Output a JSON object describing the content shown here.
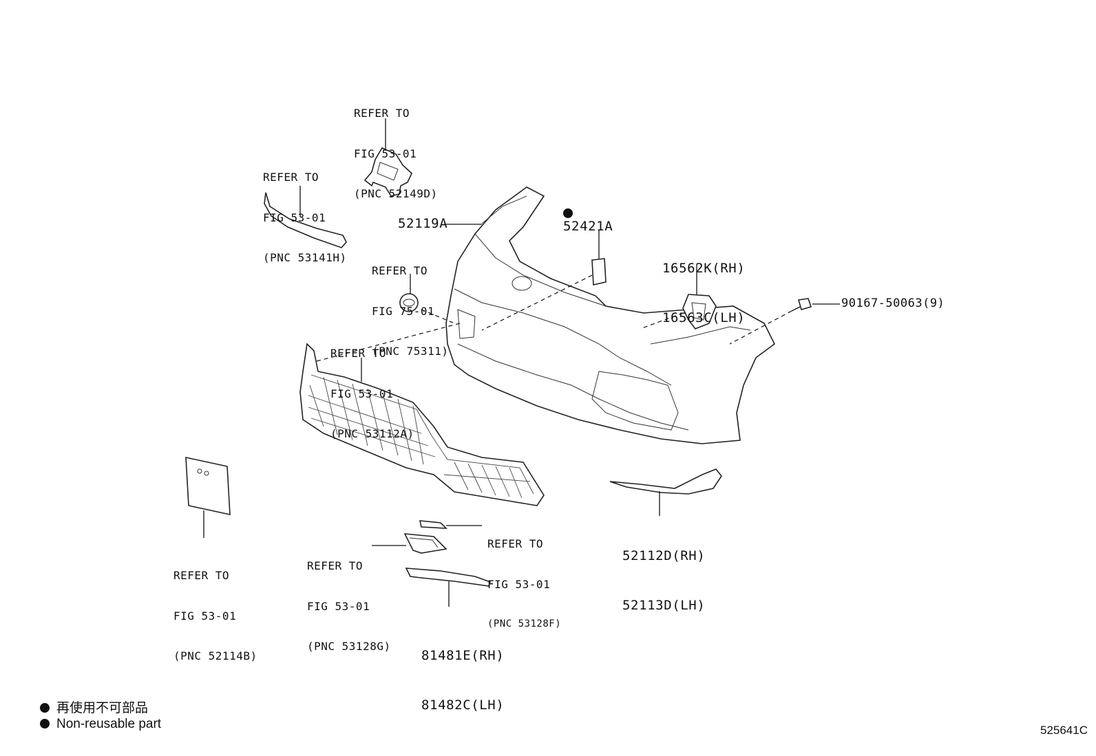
{
  "callouts": {
    "c52149d": [
      "REFER TO",
      "FIG 53-01",
      "(PNC 52149D)"
    ],
    "c53141h": [
      "REFER TO",
      "FIG 53-01",
      "(PNC 53141H)"
    ],
    "c75311": [
      "REFER TO",
      "FIG 75-01",
      "(PNC 75311)"
    ],
    "c53112a": [
      "REFER TO",
      "FIG 53-01",
      "(PNC 53112A)"
    ],
    "c53128f": [
      "REFER TO",
      "FIG 53-01",
      "(PNC 53128F)"
    ],
    "c53128g": [
      "REFER TO",
      "FIG 53-01",
      "(PNC 53128G)"
    ],
    "c52114b": [
      "REFER TO",
      "FIG 53-01",
      "(PNC 52114B)"
    ]
  },
  "parts": {
    "p52119a": "52119A",
    "p52421a": "52421A",
    "p16562": [
      "16562K(RH)",
      "16563C(LH)"
    ],
    "p90167": "90167-50063(9)",
    "p52112": [
      "52112D(RH)",
      "52113D(LH)"
    ],
    "p81481": [
      "81481E(RH)",
      "81482C(LH)"
    ]
  },
  "legend": {
    "jp": "再使用不可部品",
    "en": "Non-reusable part"
  },
  "figure_id": "525641C"
}
